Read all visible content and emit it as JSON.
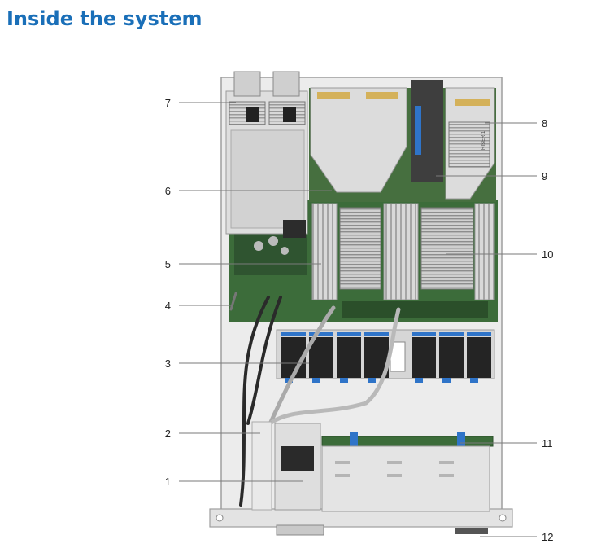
{
  "page": {
    "title": "Inside the system"
  },
  "diagram": {
    "callouts": [
      {
        "id": "1",
        "label": "1"
      },
      {
        "id": "2",
        "label": "2"
      },
      {
        "id": "3",
        "label": "3"
      },
      {
        "id": "4",
        "label": "4"
      },
      {
        "id": "5",
        "label": "5"
      },
      {
        "id": "6",
        "label": "6"
      },
      {
        "id": "7",
        "label": "7"
      },
      {
        "id": "8",
        "label": "8"
      },
      {
        "id": "9",
        "label": "9"
      },
      {
        "id": "10",
        "label": "10"
      },
      {
        "id": "11",
        "label": "11"
      },
      {
        "id": "12",
        "label": "12"
      }
    ],
    "riser_label": "RISER 1",
    "colors": {
      "title": "#1a6fb8",
      "fan_blue": "#2f74c8",
      "riser_gold": "#d4b15a",
      "board_green": "#3c6c3a"
    }
  }
}
